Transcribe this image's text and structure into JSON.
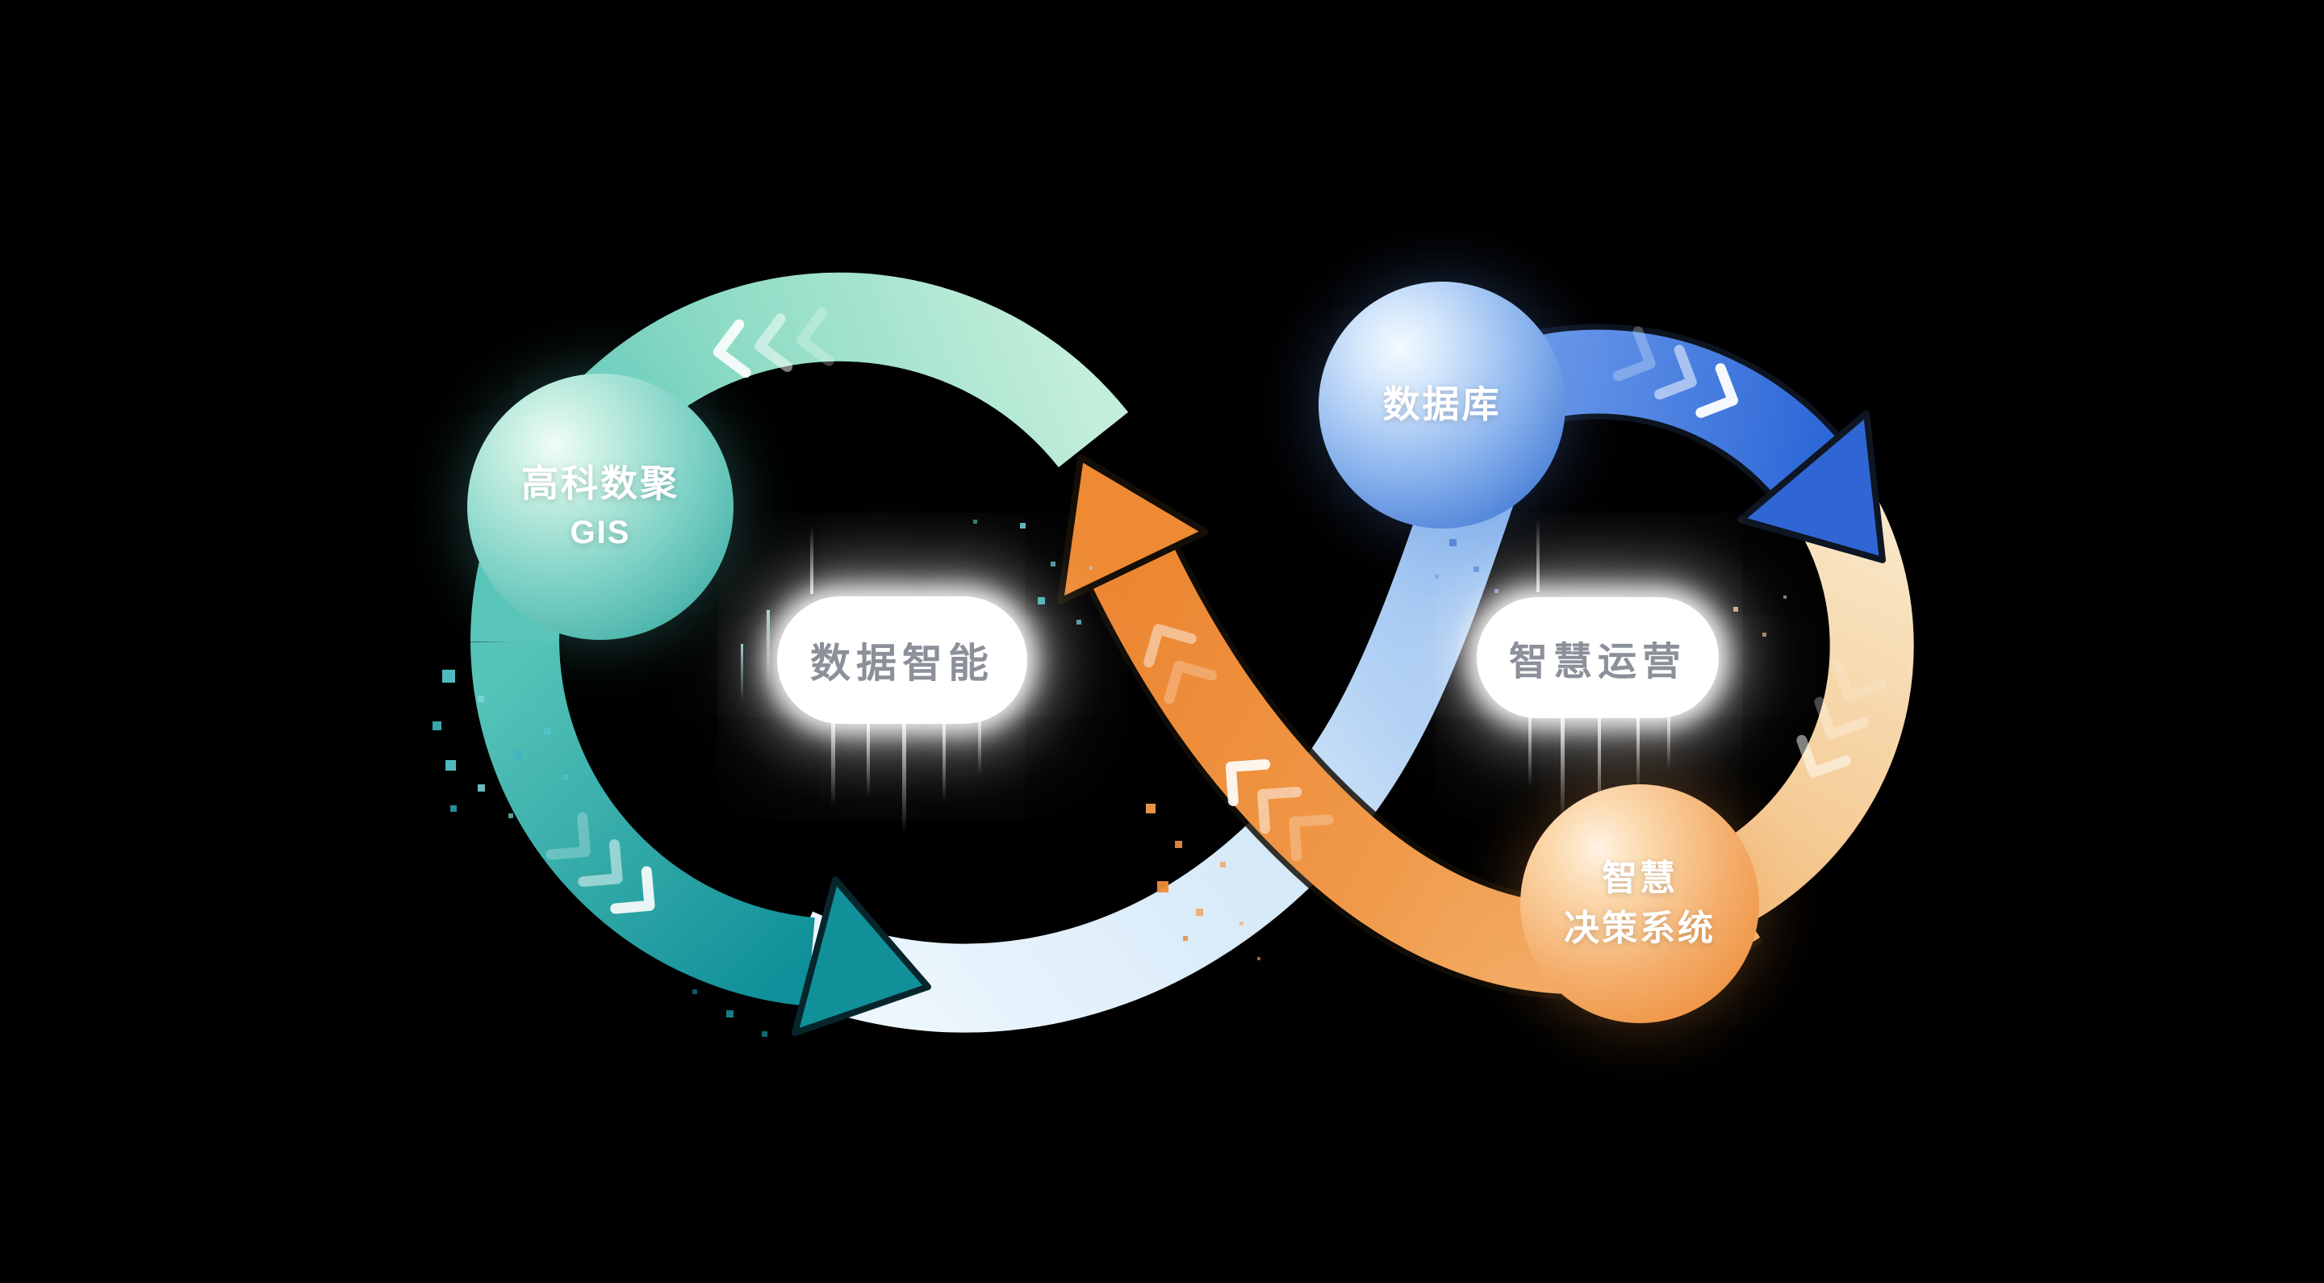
{
  "figure": {
    "background_color": "#000000"
  },
  "spheres": {
    "gis": {
      "line1": "高科数聚",
      "line2": "GIS",
      "base_color": "#3aa79e"
    },
    "database": {
      "label": "数据库",
      "base_color": "#3b6cc4"
    },
    "decision": {
      "line1": "智慧",
      "line2": "决策系统",
      "base_color": "#ea8836"
    }
  },
  "pills": {
    "left": {
      "text": "数据智能",
      "text_color": "#8b9099",
      "bg_color": "#ffffff"
    },
    "right": {
      "text": "智慧运营",
      "text_color": "#8b9099",
      "bg_color": "#ffffff"
    }
  },
  "ribbons": {
    "teal_light": "#b9ecd6",
    "teal_dark": "#129198",
    "pale_blue": "#d5e9f8",
    "blue": "#2d68d8",
    "peach": "#f3bd7c",
    "orange": "#ec8530"
  },
  "icons": {
    "flow_chevron": "»"
  }
}
